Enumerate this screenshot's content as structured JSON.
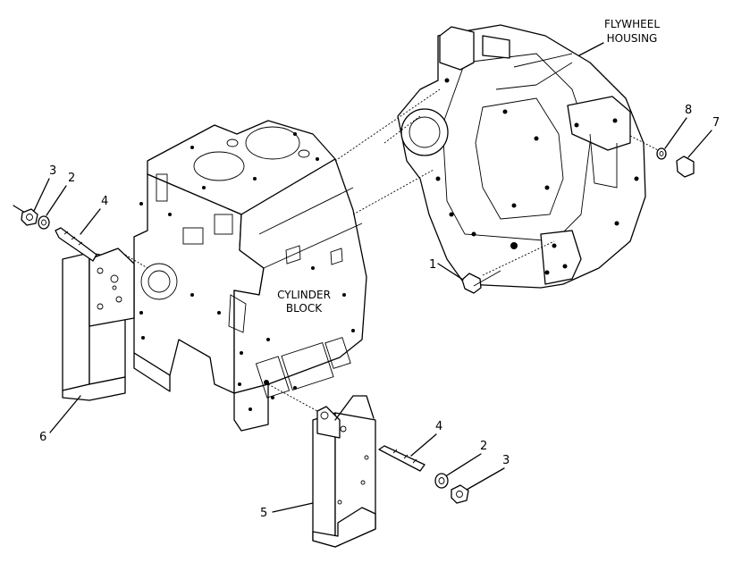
{
  "callouts": {
    "n1": "1",
    "n2_top": "2",
    "n2_bottom": "2",
    "n3_top": "3",
    "n3_bottom": "3",
    "n4_top": "4",
    "n4_bottom": "4",
    "n5": "5",
    "n6": "6",
    "n7": "7",
    "n8": "8"
  },
  "captions": {
    "flywheel_line1": "FLYWHEEL",
    "flywheel_line2": "HOUSING",
    "block_line1": "CYLINDER",
    "block_line2": "BLOCK"
  }
}
